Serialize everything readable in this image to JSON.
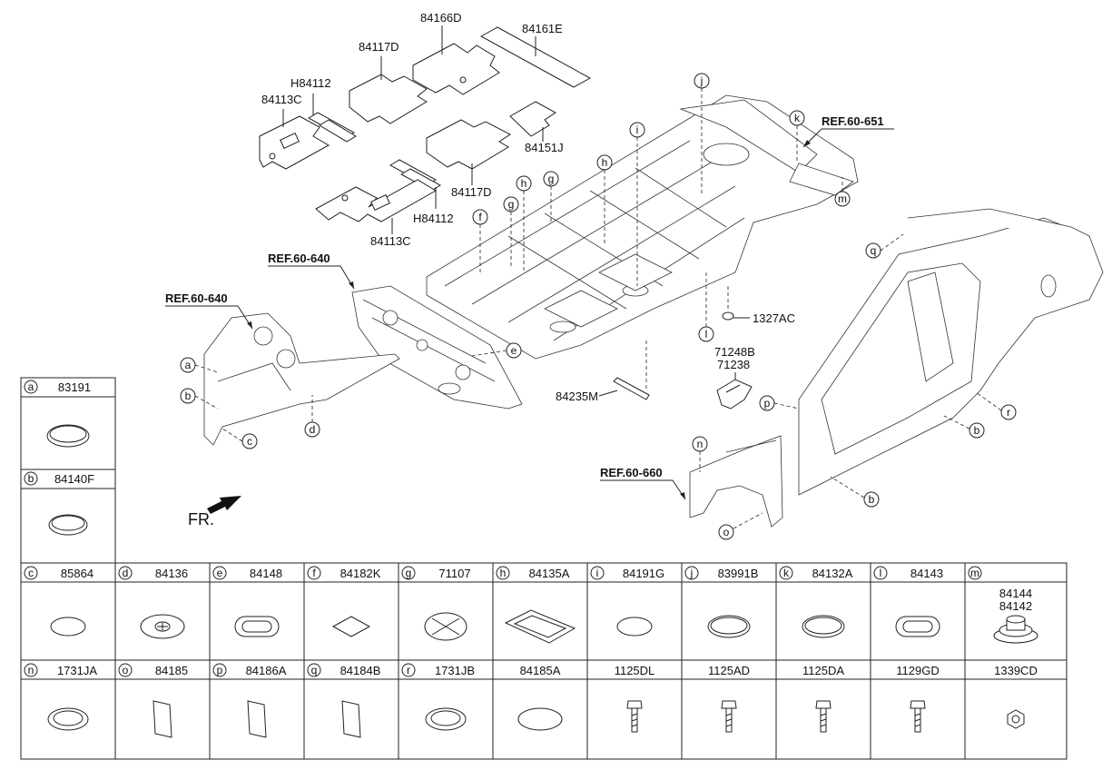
{
  "callouts": {
    "p84166D": "84166D",
    "p84161E": "84161E",
    "p84117D_top": "84117D",
    "pH84112_top": "H84112",
    "p84113C_top": "84113C",
    "p84151J": "84151J",
    "p84117D_mid": "84117D",
    "pH84112_mid": "H84112",
    "p84113C_bot": "84113C",
    "p1327AC": "1327AC",
    "p71248B": "71248B",
    "p71238": "71238",
    "p84235M": "84235M"
  },
  "refs": {
    "r651": "REF.60-651",
    "r640a": "REF.60-640",
    "r640b": "REF.60-640",
    "r660": "REF.60-660"
  },
  "letters": {
    "a": "a",
    "b": "b",
    "c": "c",
    "d": "d",
    "e": "e",
    "f": "f",
    "g": "g",
    "h": "h",
    "i": "i",
    "j": "j",
    "k": "k",
    "l": "l",
    "m": "m",
    "n": "n",
    "o": "o",
    "p": "p",
    "q": "q",
    "r": "r"
  },
  "front_label": "FR.",
  "legend": {
    "left": [
      {
        "letter": "a",
        "code": "83191"
      },
      {
        "letter": "b",
        "code": "84140F"
      }
    ],
    "row1": [
      {
        "letter": "c",
        "code": "85864"
      },
      {
        "letter": "d",
        "code": "84136"
      },
      {
        "letter": "e",
        "code": "84148"
      },
      {
        "letter": "f",
        "code": "84182K"
      },
      {
        "letter": "g",
        "code": "71107"
      },
      {
        "letter": "h",
        "code": "84135A"
      },
      {
        "letter": "i",
        "code": "84191G"
      },
      {
        "letter": "j",
        "code": "83991B"
      },
      {
        "letter": "k",
        "code": "84132A"
      },
      {
        "letter": "l",
        "code": "84143"
      },
      {
        "letter": "m",
        "code": ""
      }
    ],
    "m_codes": [
      "84144",
      "84142"
    ],
    "row2": [
      {
        "letter": "n",
        "code": "1731JA"
      },
      {
        "letter": "o",
        "code": "84185"
      },
      {
        "letter": "p",
        "code": "84186A"
      },
      {
        "letter": "q",
        "code": "84184B"
      },
      {
        "letter": "r",
        "code": "1731JB"
      },
      {
        "letter": "",
        "code": "84185A"
      },
      {
        "letter": "",
        "code": "1125DL"
      },
      {
        "letter": "",
        "code": "1125AD"
      },
      {
        "letter": "",
        "code": "1125DA"
      },
      {
        "letter": "",
        "code": "1129GD"
      },
      {
        "letter": "",
        "code": "1339CD"
      }
    ]
  }
}
